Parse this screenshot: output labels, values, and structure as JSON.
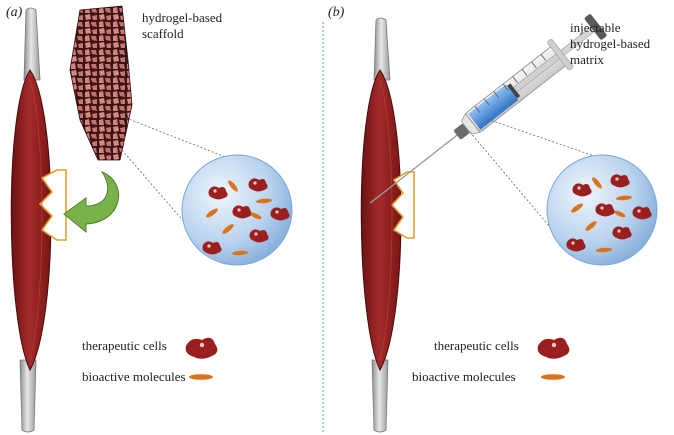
{
  "panel_a": {
    "label": "(a)",
    "scaffold_label_line1": "hydrogel-based",
    "scaffold_label_line2": "scaffold",
    "legend_cells": "therapeutic cells",
    "legend_molecules": "bioactive molecules"
  },
  "panel_b": {
    "label": "(b)",
    "matrix_label_line1": "injectable",
    "matrix_label_line2": "hydrogel-based",
    "matrix_label_line3": "matrix",
    "legend_cells": "therapeutic cells",
    "legend_molecules": "bioactive molecules"
  },
  "colors": {
    "muscle": "#8e1c1c",
    "muscle_dark": "#5e0f0f",
    "tendon": "#b9b9b9",
    "scaffold": "#c98079",
    "cell": "#9c1f1f",
    "molecule": "#d9741c",
    "arrow": "#7ab24a",
    "syringe_fluid": "#4d8fd6"
  }
}
